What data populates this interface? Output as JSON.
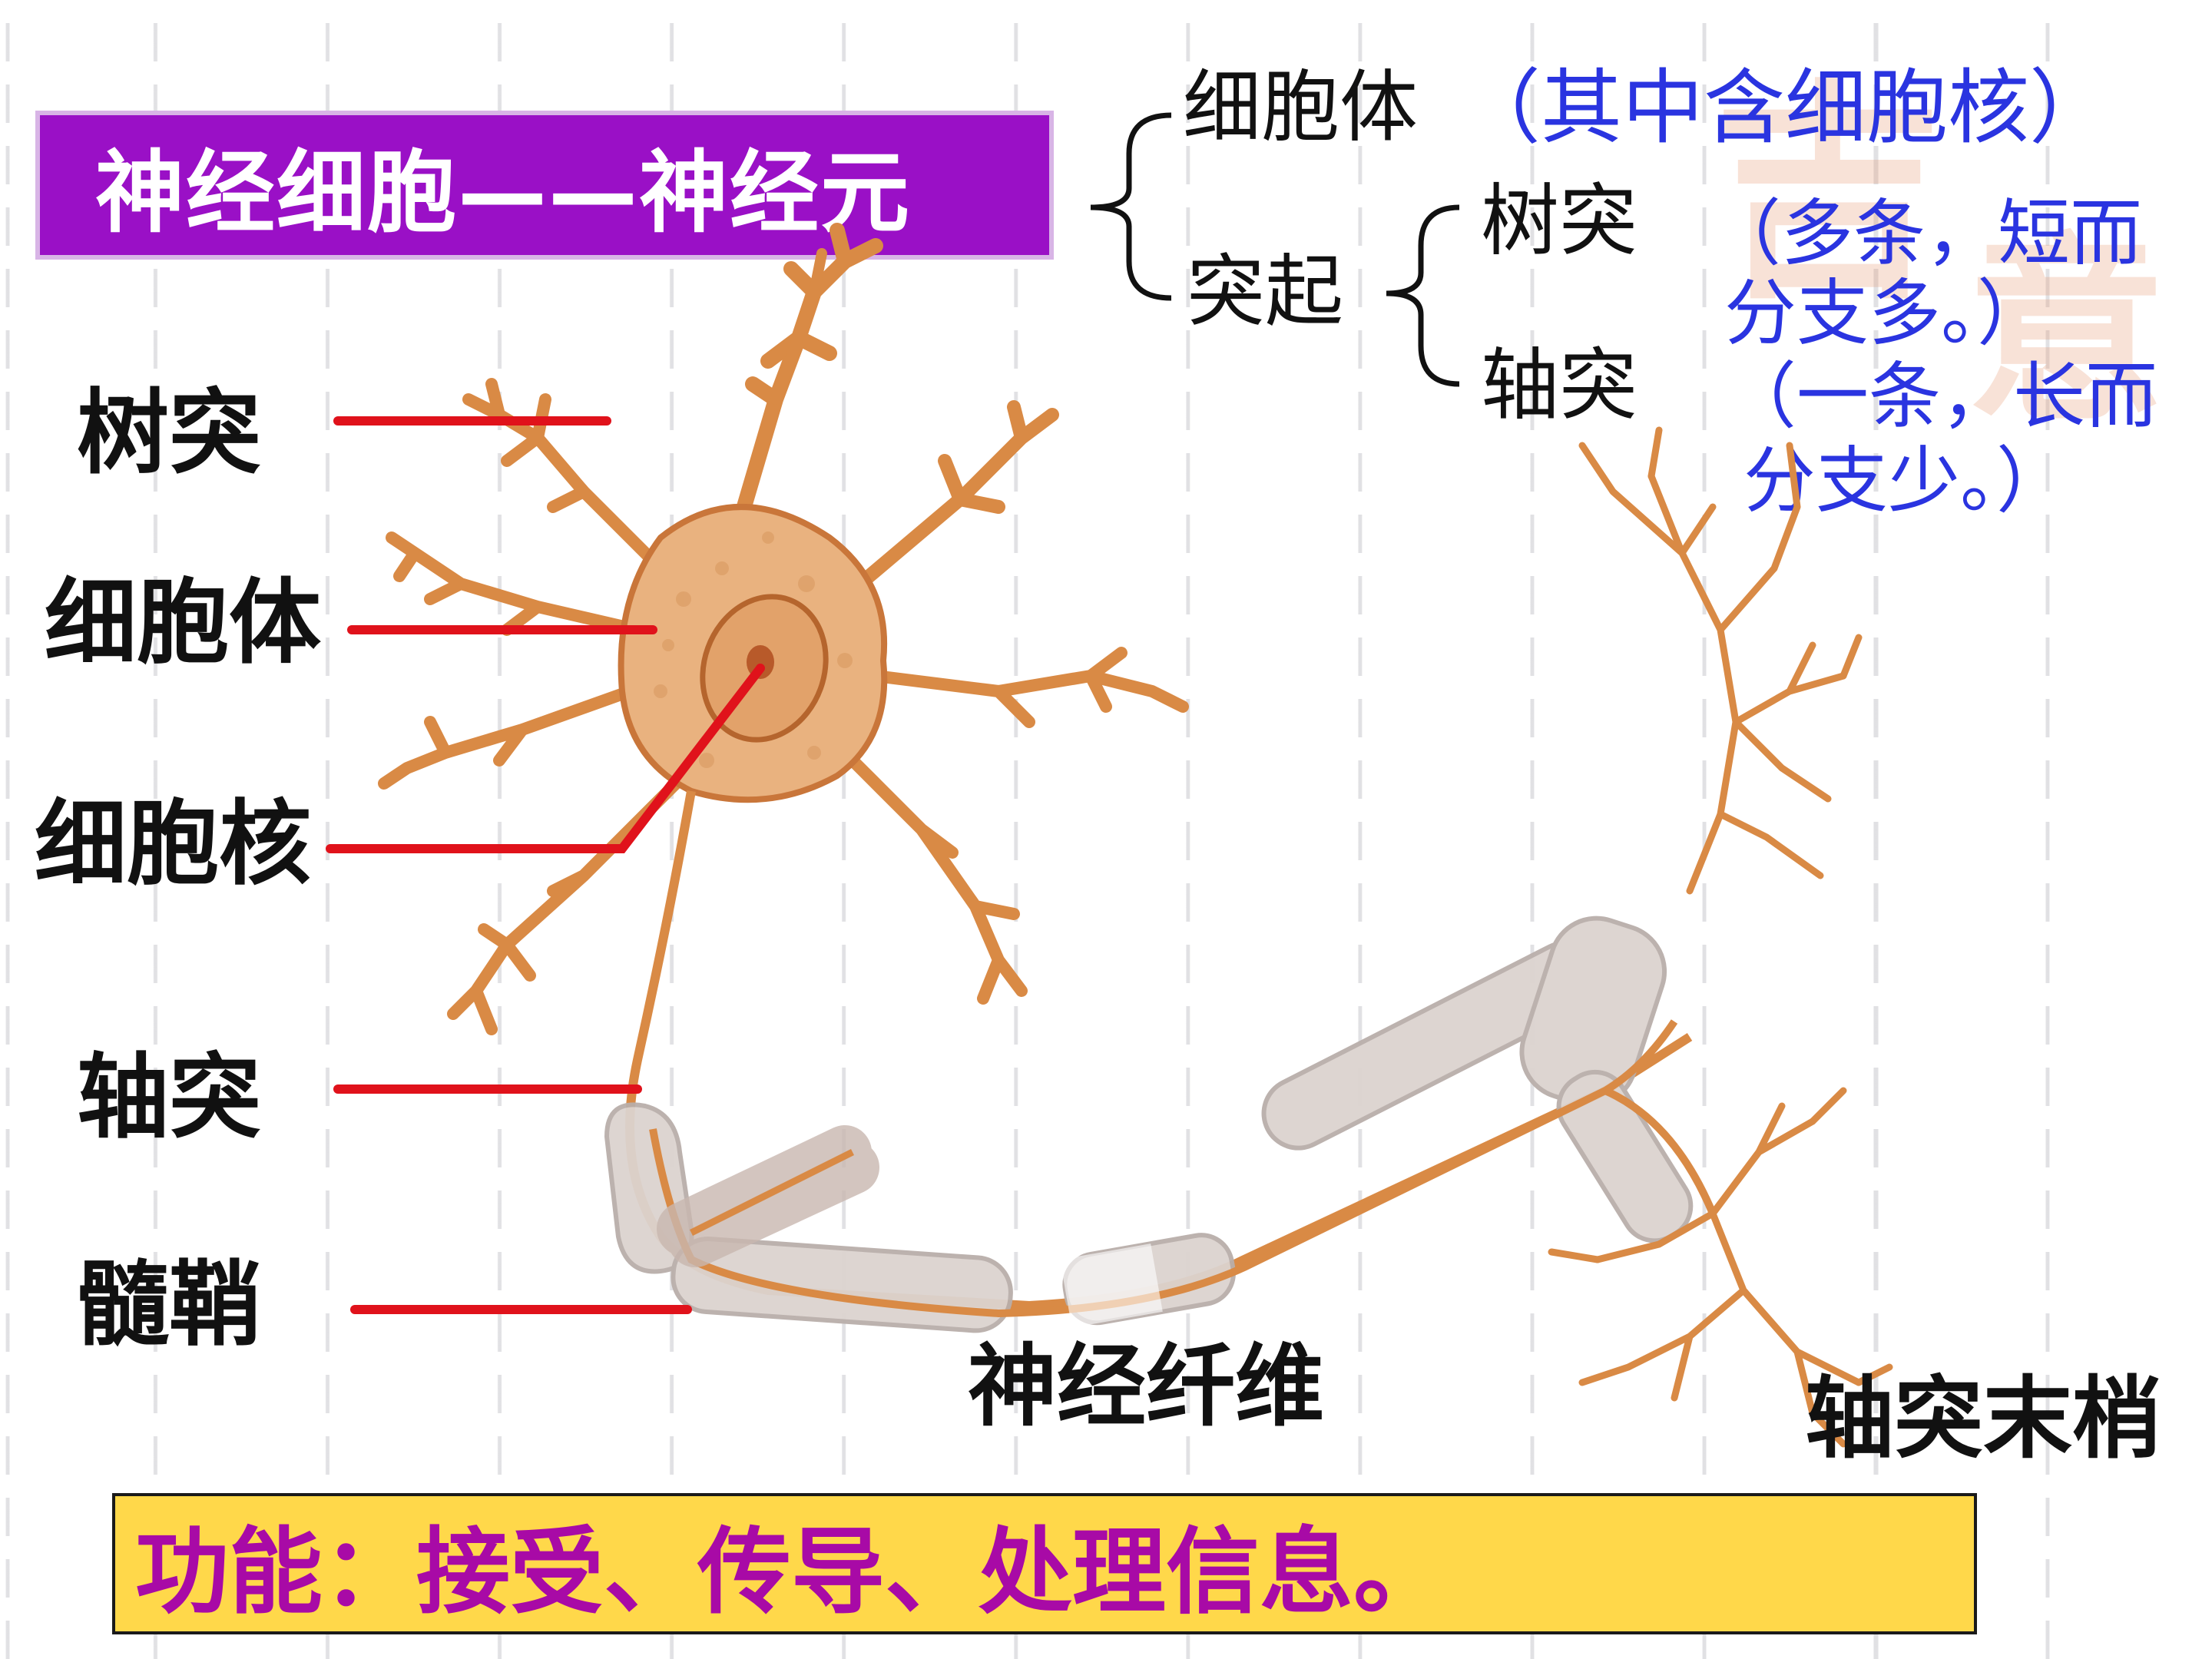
{
  "title": "神经细胞——神经元",
  "structure": {
    "cell_body": "细胞体",
    "cell_body_note": "（其中含细胞核）",
    "process": "突起",
    "dendrite": "树突",
    "dendrite_note_line1": "（多条，短而",
    "dendrite_note_line2": "分支多。）",
    "axon": "轴突",
    "axon_note_line1": "（一条，长而",
    "axon_note_line2": "分支少。）"
  },
  "labels": {
    "dendrite": "树突",
    "cell_body": "细胞体",
    "nucleus": "细胞核",
    "axon": "轴突",
    "myelin": "髓鞘",
    "nerve_fiber": "神经纤维",
    "axon_terminal": "轴突末梢"
  },
  "function": "功能：接受、传导、处理信息。",
  "colors": {
    "title_bg": "#9a10c6",
    "pointer": "#e0121b",
    "note_blue": "#2a34e0",
    "neuron": "#d98a45",
    "myelin": "#d6cdc8",
    "function_bg": "#ffd84a",
    "function_text": "#a80aa6"
  }
}
